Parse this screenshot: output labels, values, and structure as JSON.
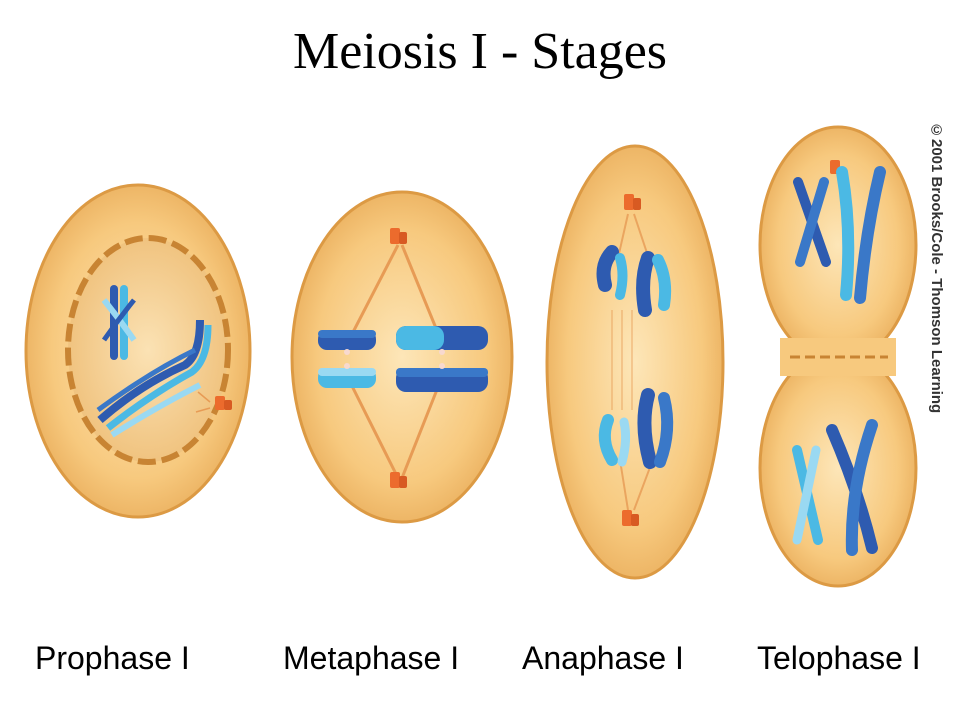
{
  "title": "Meiosis I - Stages",
  "credit": "©2001 Brooks/Cole - Thomson Learning",
  "stages": [
    {
      "label": "Prophase I"
    },
    {
      "label": "Metaphase I"
    },
    {
      "label": "Anaphase I"
    },
    {
      "label": "Telophase I"
    }
  ],
  "colors": {
    "cytoplasm": "#f7c97e",
    "cell_edge": "#e3a74e",
    "centrosome": "#ec6b2d",
    "spindle": "#e79b55",
    "chromosome_dark": "#2e5bb0",
    "chromosome_light": "#4bb9e4",
    "chromosome_pale": "#9ad9f2"
  }
}
